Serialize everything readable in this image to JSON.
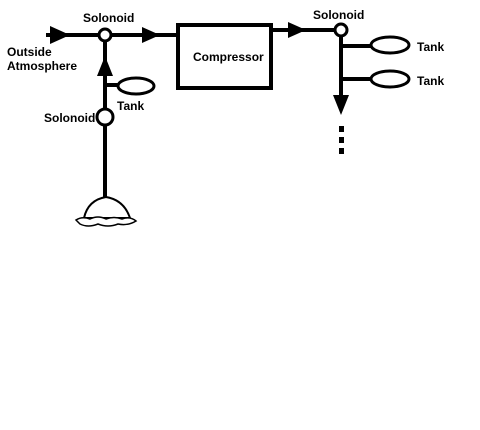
{
  "diagram": {
    "labels": {
      "outside_line1": "Outside",
      "outside_line2": "Atmosphere",
      "solenoid_top_left": "Solonoid",
      "solenoid_left": "Solonoid",
      "solenoid_right": "Solonoid",
      "compressor": "Compressor",
      "tank_left": "Tank",
      "tank_right_upper": "Tank",
      "tank_right_lower": "Tank"
    },
    "colors": {
      "stroke": "#000000",
      "background": "#ffffff"
    }
  }
}
